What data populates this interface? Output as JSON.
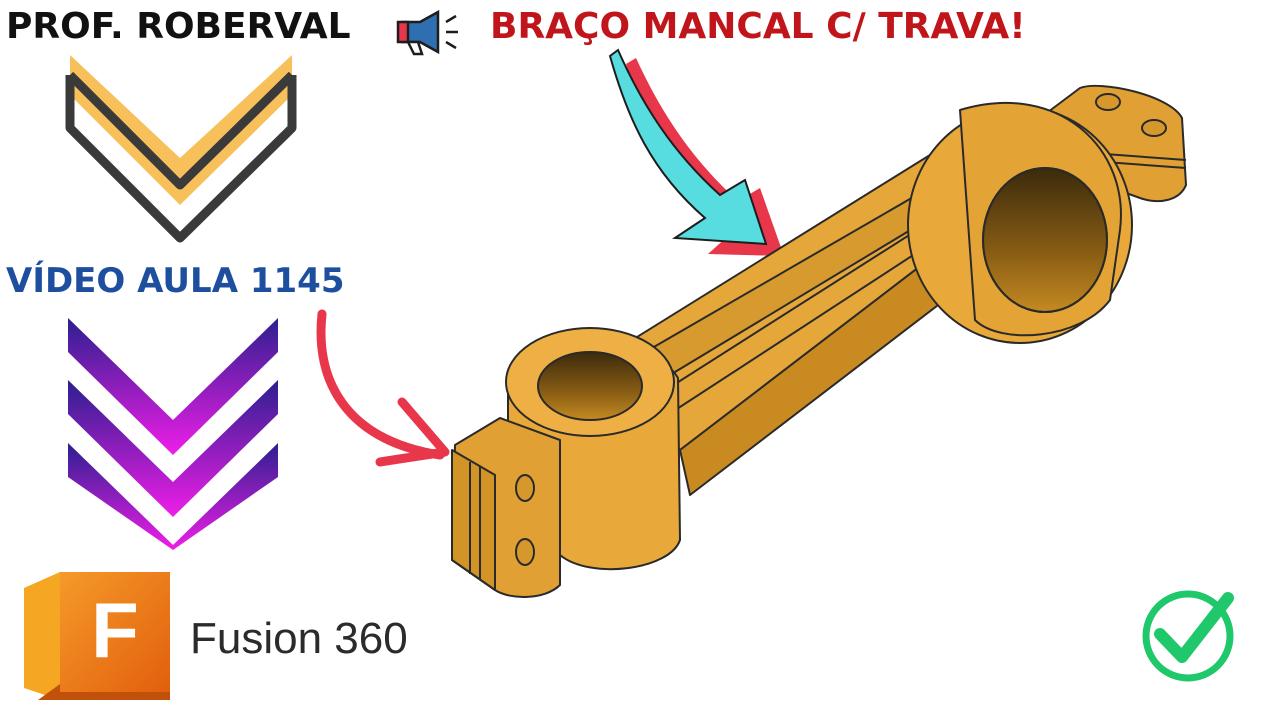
{
  "header": {
    "author": "PROF. ROBERVAL",
    "headline": "BRAÇO MANCAL C/ TRAVA!",
    "megaphone_icon": "megaphone-icon"
  },
  "lesson": {
    "label": "VÍDEO AULA 1145"
  },
  "brand": {
    "name": "Fusion 360",
    "logo_letter": "F",
    "logo_icon": "fusion-360-logo-icon"
  },
  "status": {
    "icon": "check-circle-icon"
  },
  "colors": {
    "author": "#111111",
    "headline": "#c0161b",
    "lesson": "#1e4f9e",
    "part_fill": "#e8a93a",
    "part_dark": "#c98a22",
    "arrow_cyan": "#57dde0",
    "arrow_red": "#e8364a",
    "chevron_orange": "#f7c05a",
    "chevron_dark": "#3a3a3a",
    "chevron_purple": "#7a2bc9",
    "chevron_magenta": "#e01ee8",
    "check_green": "#1fc86a",
    "logo_orange": "#f07a12"
  }
}
